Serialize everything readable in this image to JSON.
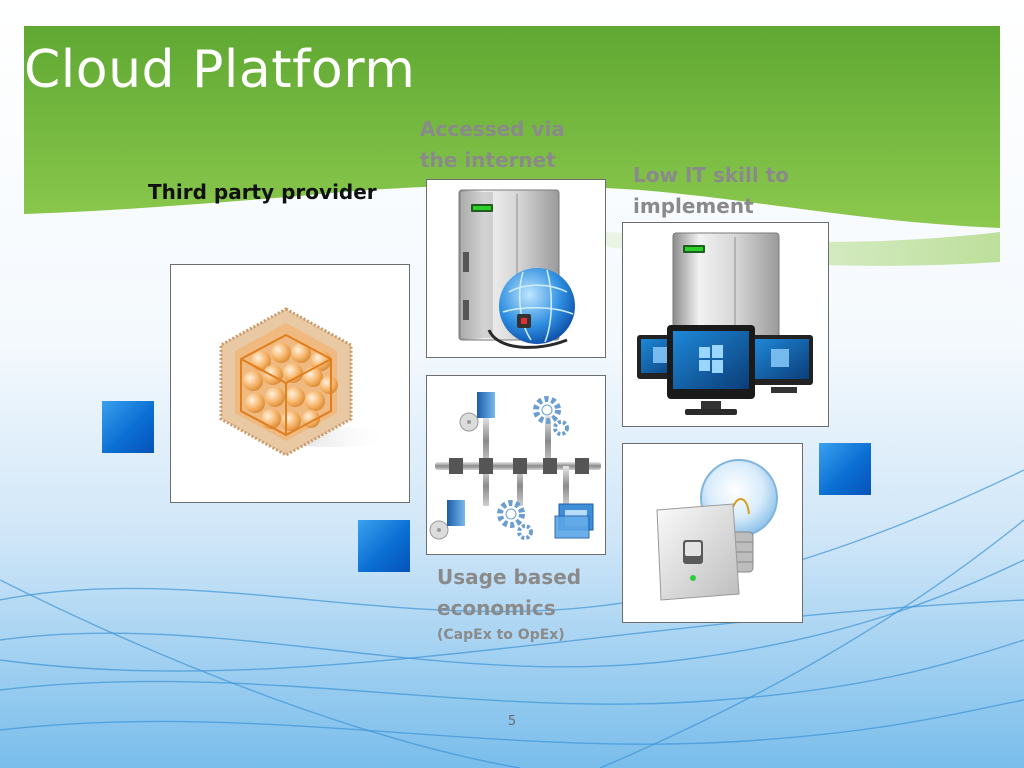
{
  "slide": {
    "title": "Cloud Platform",
    "page_number": "5",
    "labels": {
      "third_party": "Third party provider",
      "accessed_line1": "Accessed via",
      "accessed_line2": "the internet",
      "low_it_line1": "Low IT skill to",
      "low_it_line2": "implement",
      "usage_line1": "Usage based",
      "usage_line2": "economics",
      "usage_sub": "(CapEx to OpEx)"
    },
    "icons": [
      "orange-cube-icon",
      "server-globe-icon",
      "server-monitors-icon",
      "network-pipeline-icon",
      "switch-lightbulb-icon"
    ],
    "colors": {
      "title": "#ffffff",
      "green_band": "#6cb33e",
      "label_gray": "#8a8a8a",
      "label_dark": "#111111",
      "accent_blue": "#0a6fd3"
    }
  }
}
